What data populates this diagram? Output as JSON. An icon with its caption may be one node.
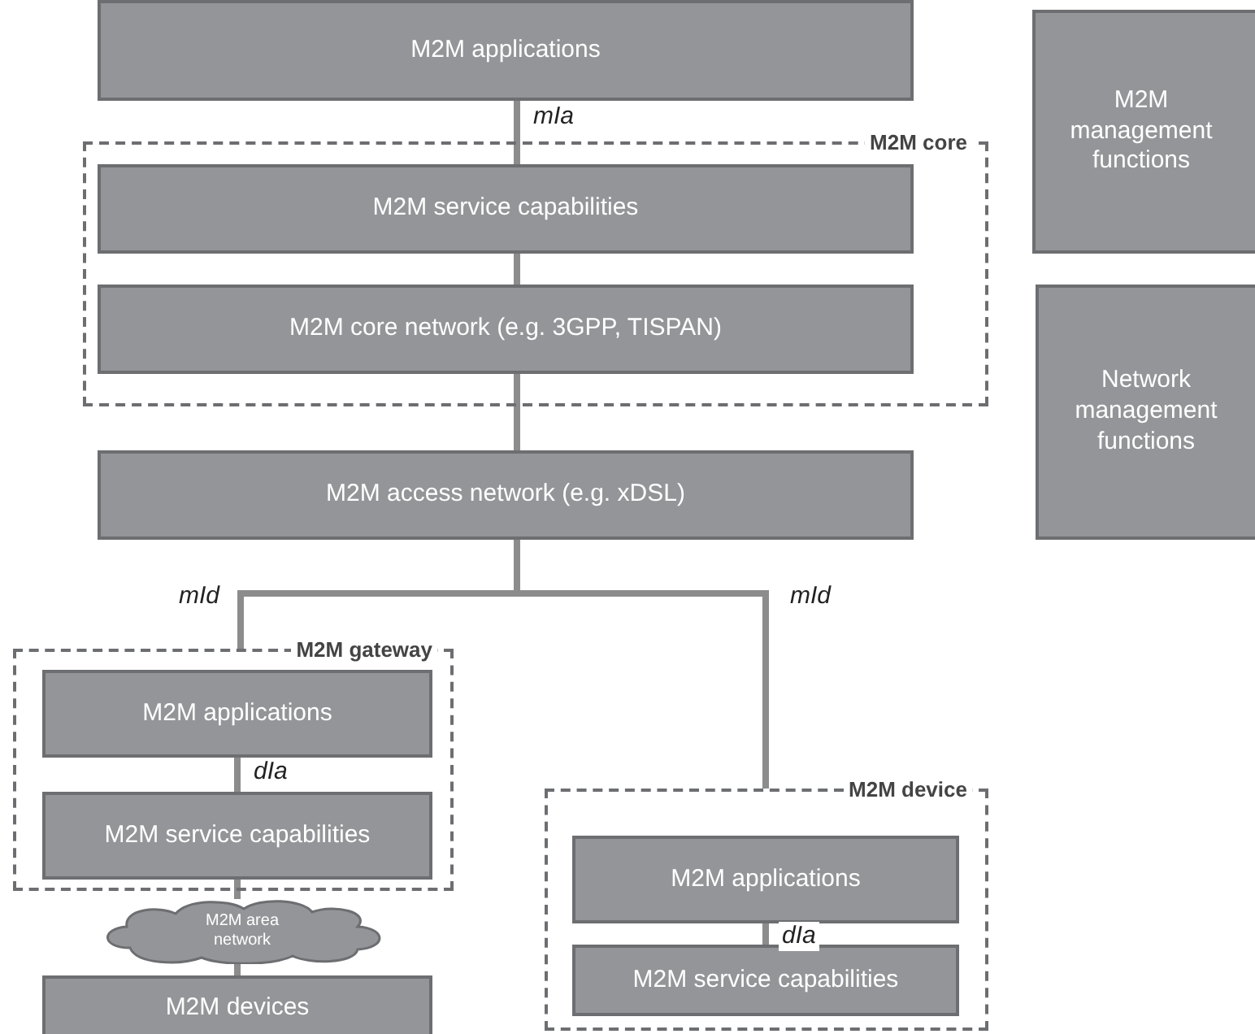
{
  "diagram": {
    "nodes": [
      {
        "text": [
          "M2M applications"
        ]
      },
      {
        "text": [
          "M2M core"
        ]
      },
      {
        "text": [
          "M2M service capabilities"
        ],
        "in": 1
      },
      {
        "text": [
          "M2M core network (e.g. 3GPP, TISPAN)"
        ],
        "in": 1
      },
      {
        "text": [
          "M2M management functions"
        ]
      },
      {
        "text": [
          "Network management functions"
        ]
      },
      {
        "text": [
          "M2M access network (e.g. xDSL)"
        ]
      },
      {
        "text": [
          "M2M gateway"
        ]
      },
      {
        "text": [
          "M2M applications"
        ],
        "in": 7
      },
      {
        "text": [
          "M2M service capabilities"
        ],
        "in": 7
      },
      {
        "text": [
          "M2M area network"
        ]
      },
      {
        "text": [
          "M2M devices"
        ]
      },
      {
        "text": [
          "M2M device"
        ]
      },
      {
        "text": [
          "M2M applications"
        ],
        "in": 12
      },
      {
        "text": [
          "M2M service capabilities"
        ],
        "in": 12
      }
    ],
    "edges": [
      {
        "from": 0,
        "to": 2,
        "arrow": "none",
        "label": "mIa"
      },
      {
        "from": 2,
        "to": 3,
        "arrow": "none"
      },
      {
        "from": 3,
        "to": 6,
        "arrow": "none"
      },
      {
        "from": 6,
        "to": 7,
        "arrow": "none",
        "label": "mId"
      },
      {
        "from": 6,
        "to": 12,
        "arrow": "none",
        "label": "mId"
      },
      {
        "from": 8,
        "to": 9,
        "arrow": "none",
        "label": "dIa"
      },
      {
        "from": 9,
        "to": 10,
        "arrow": "none"
      },
      {
        "from": 10,
        "to": 11,
        "arrow": "none"
      },
      {
        "from": 13,
        "to": 14,
        "arrow": "none",
        "label": "dIa"
      }
    ]
  }
}
